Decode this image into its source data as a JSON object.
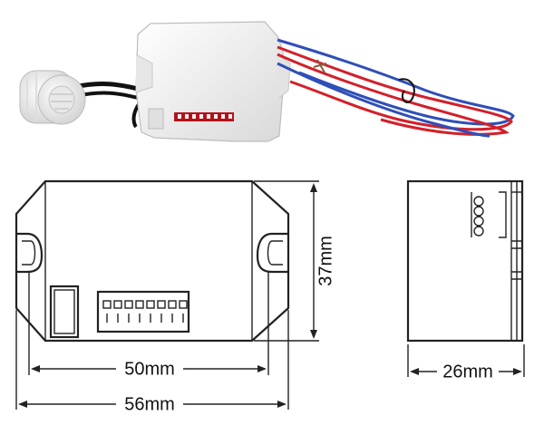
{
  "dimensions": {
    "width_50": "50mm",
    "width_56": "56mm",
    "height_37": "37mm",
    "depth_26": "26mm"
  },
  "colors": {
    "outline": "#222222",
    "body_white": "#f4f4f4",
    "wire_red": "#d2202a",
    "wire_blue": "#2f4fb8",
    "wire_black": "#111111",
    "terminal_red": "#b3121b"
  }
}
